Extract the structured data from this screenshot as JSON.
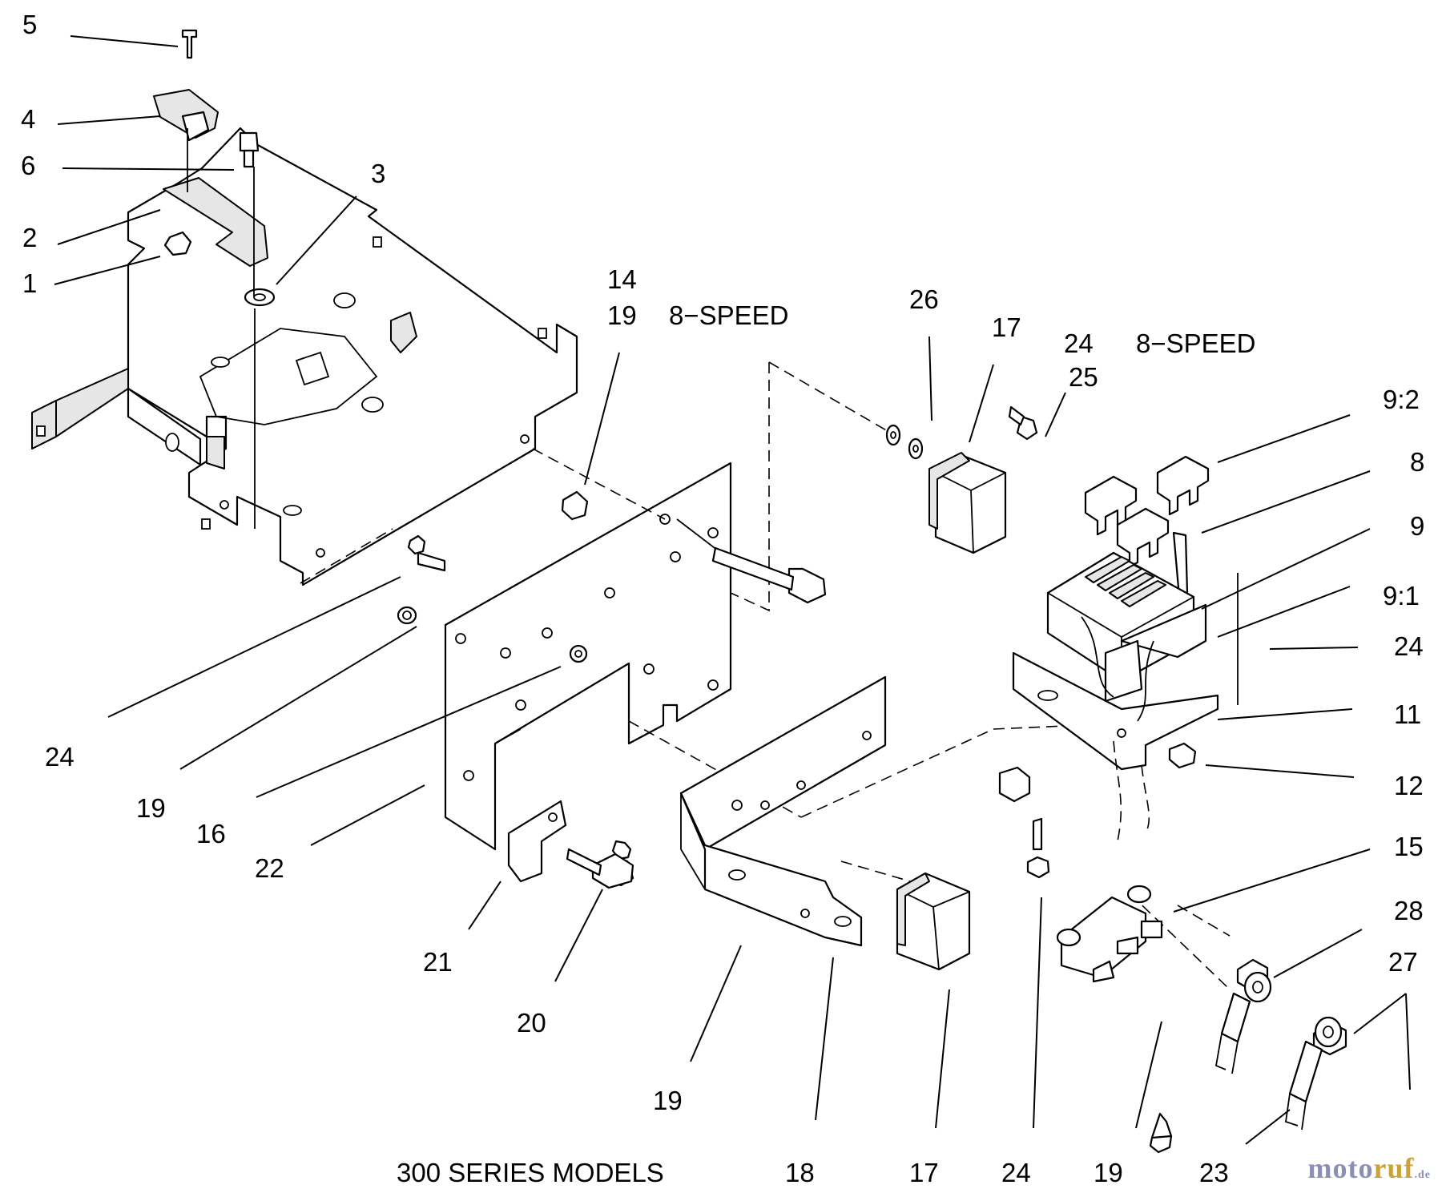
{
  "diagram": {
    "caption": "300 SERIES MODELS",
    "speed_note_left": "8−SPEED",
    "speed_note_right": "8−SPEED",
    "callouts": {
      "c5": "5",
      "c4": "4",
      "c6": "6",
      "c2": "2",
      "c1": "1",
      "c3": "3",
      "c14": "14",
      "c19a": "19",
      "c26": "26",
      "c17a": "17",
      "c24a": "24",
      "c25": "25",
      "c92": "9:2",
      "c8": "8",
      "c9": "9",
      "c91": "9:1",
      "c24b": "24",
      "c11": "11",
      "c12": "12",
      "c15": "15",
      "c28": "28",
      "c27": "27",
      "c24c": "24",
      "c19b": "19",
      "c16": "16",
      "c22": "22",
      "c21": "21",
      "c20": "20",
      "c19c": "19",
      "c18": "18",
      "c17b": "17",
      "c24d": "24",
      "c19d": "19",
      "c23": "23"
    }
  },
  "watermark": {
    "part_a": "moto",
    "part_b": "ruf",
    "part_c": ".de"
  }
}
